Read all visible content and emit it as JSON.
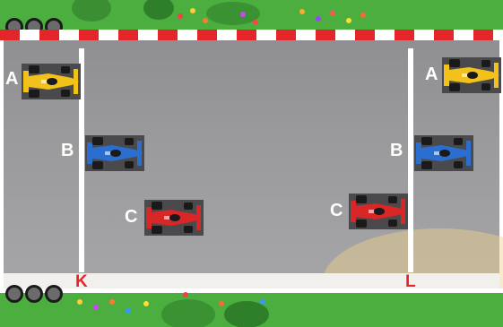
{
  "colors": {
    "grass": "#4cae3e",
    "track": "#9a9a9c",
    "curb_red": "#e4262b",
    "line": "#ffffff",
    "car_yellow": "#f2c21a",
    "car_blue": "#2a6fcf",
    "car_red": "#d92626"
  },
  "cars": [
    {
      "label": "A",
      "color": "yellow"
    },
    {
      "label": "B",
      "color": "blue"
    },
    {
      "label": "C",
      "color": "red"
    }
  ],
  "markers": {
    "left": "K",
    "right": "L"
  },
  "scene_left": {
    "car_a_label": "A",
    "car_b_label": "B",
    "car_c_label": "C"
  },
  "scene_right": {
    "car_a_label": "A",
    "car_b_label": "B",
    "car_c_label": "C"
  }
}
